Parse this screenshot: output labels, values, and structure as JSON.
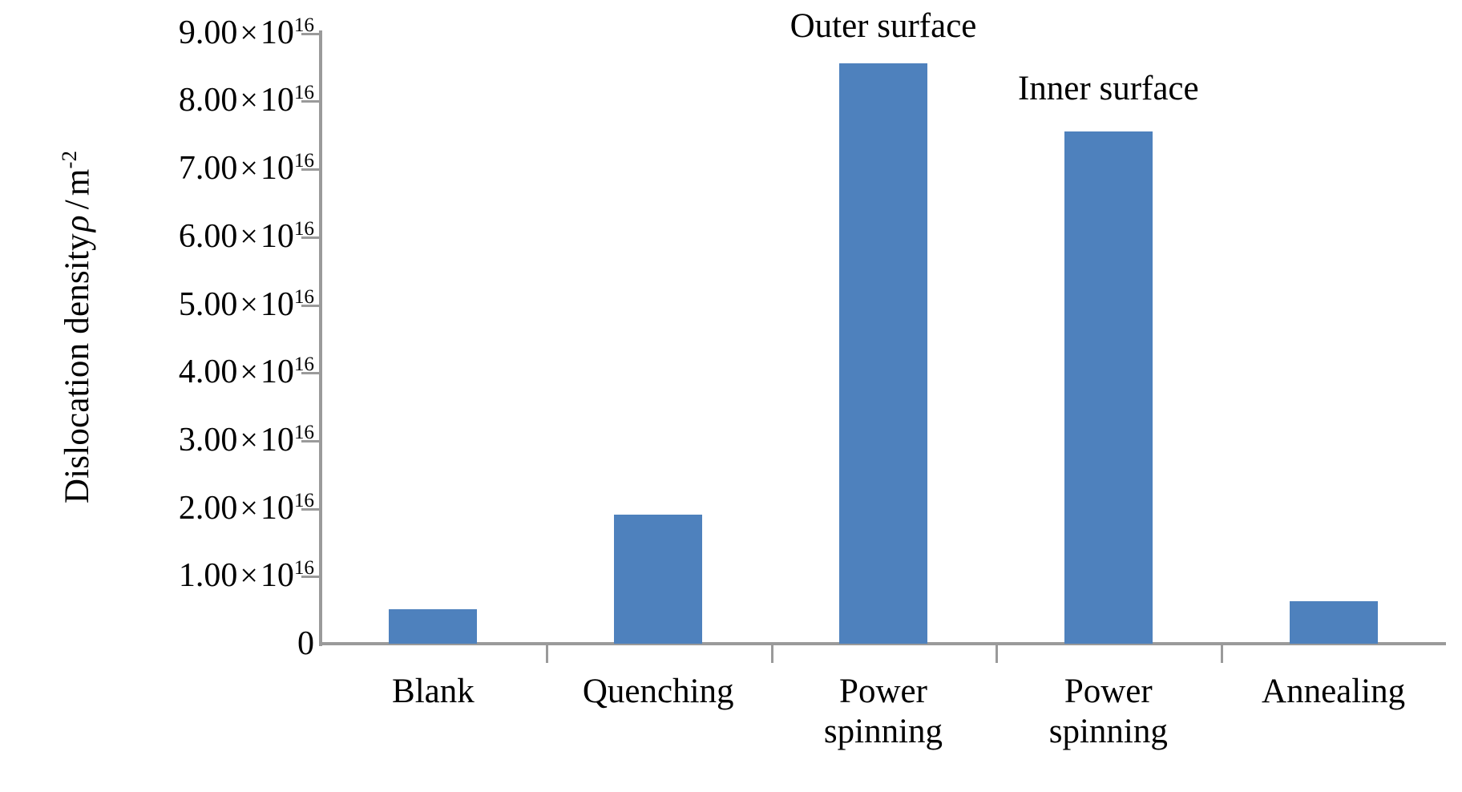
{
  "chart_data": {
    "type": "bar",
    "title": "",
    "xlabel": "",
    "ylabel": "Dislocation density ρ / m⁻²",
    "ylabel_parts": {
      "text_before": "Dislocation density",
      "symbol": "ρ",
      "separator": "/",
      "unit_base": "m",
      "unit_exponent": "-2"
    },
    "categories": [
      "Blank",
      "Quenching",
      "Power\nspinning",
      "Power\nspinning",
      "Annealing"
    ],
    "values": [
      5100000000000000.0,
      1.9e+16,
      8.55e+16,
      7.55e+16,
      6200000000000000.0
    ],
    "values_display": [
      "0.51×10^16",
      "1.90×10^16",
      "8.55×10^16",
      "7.55×10^16",
      "0.62×10^16"
    ],
    "ylim": [
      0,
      9.5e+16
    ],
    "ytick_values": [
      0,
      1e+16,
      2e+16,
      3e+16,
      4e+16,
      5e+16,
      6e+16,
      7e+16,
      8e+16,
      9e+16
    ],
    "ytick_labels": [
      {
        "mantissa": "0",
        "times": "",
        "base": "",
        "exponent": ""
      },
      {
        "mantissa": "1.00",
        "times": "×",
        "base": "10",
        "exponent": "16"
      },
      {
        "mantissa": "2.00",
        "times": "×",
        "base": "10",
        "exponent": "16"
      },
      {
        "mantissa": "3.00",
        "times": "×",
        "base": "10",
        "exponent": "16"
      },
      {
        "mantissa": "4.00",
        "times": "×",
        "base": "10",
        "exponent": "16"
      },
      {
        "mantissa": "5.00",
        "times": "×",
        "base": "10",
        "exponent": "16"
      },
      {
        "mantissa": "6.00",
        "times": "×",
        "base": "10",
        "exponent": "16"
      },
      {
        "mantissa": "7.00",
        "times": "×",
        "base": "10",
        "exponent": "16"
      },
      {
        "mantissa": "8.00",
        "times": "×",
        "base": "10",
        "exponent": "16"
      },
      {
        "mantissa": "9.00",
        "times": "×",
        "base": "10",
        "exponent": "16"
      }
    ],
    "annotations": [
      {
        "text": "Outer surface",
        "target_category_index": 2
      },
      {
        "text": "Inner surface",
        "target_category_index": 3
      }
    ],
    "legend": {
      "position": "none",
      "entries": []
    },
    "grid": false,
    "series_color": "#4e81bd",
    "axis_color": "#9a9a9a",
    "background_color": "#ffffff"
  }
}
